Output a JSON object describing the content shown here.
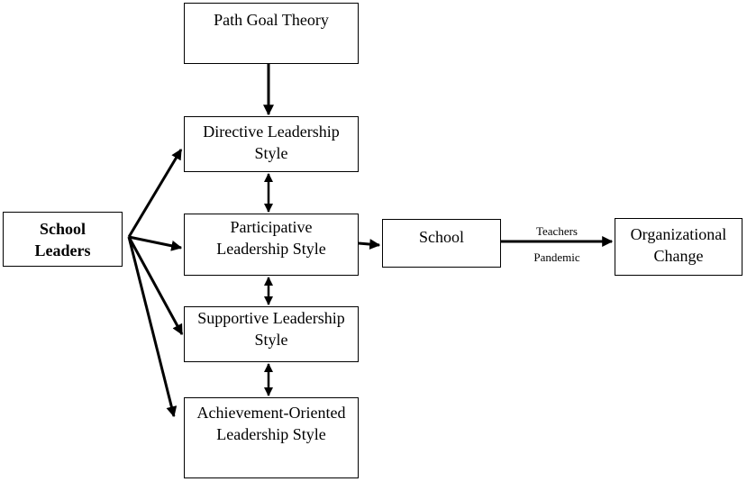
{
  "nodes": {
    "path_goal_theory": "Path Goal Theory",
    "directive": [
      "Directive Leadership",
      "Style"
    ],
    "participative": [
      "Participative",
      "Leadership Style"
    ],
    "supportive": [
      "Supportive Leadership",
      "Style"
    ],
    "achievement": [
      "Achievement-Oriented",
      "Leadership Style"
    ],
    "school_leaders": [
      "School",
      "Leaders"
    ],
    "school": "School",
    "organizational_change": [
      "Organizational",
      "Change"
    ]
  },
  "edge_labels": {
    "teachers": "Teachers",
    "pandemic": "Pandemic"
  }
}
